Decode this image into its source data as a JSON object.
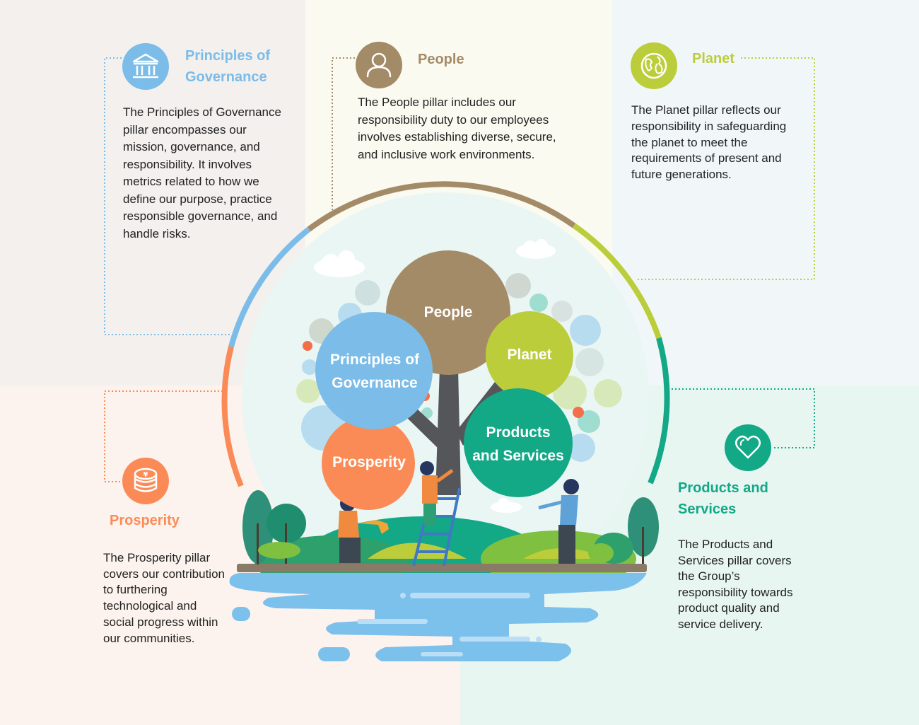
{
  "colors": {
    "governance": "#7bbce8",
    "people": "#a48b67",
    "planet": "#bccd3c",
    "prosperity": "#fb8b56",
    "products": "#13a886",
    "water": "#7cc0ec"
  },
  "governance": {
    "icon": "bank-building-icon",
    "title_line1": "Principles of",
    "title_line2": "Governance",
    "description": "The Principles of Governance  pillar encompasses our mission, governance, and responsibility. It involves metrics related to how we define our purpose, practice responsible governance, and handle risks."
  },
  "people": {
    "icon": "person-icon",
    "title": "People",
    "description": "The People pillar includes our responsibility duty to our employees involves establishing diverse, secure, and inclusive work environments."
  },
  "planet": {
    "icon": "globe-icon",
    "title": "Planet",
    "description": "The Planet pillar reflects our responsibility in safeguarding the planet to meet the requirements of present and future generations."
  },
  "prosperity": {
    "icon": "yen-coins-icon",
    "title": "Prosperity",
    "description": "The Prosperity pillar covers our contribution to furthering technological and social progress within our communities."
  },
  "products": {
    "icon": "heart-icon",
    "title_line1": "Products and",
    "title_line2": "Services",
    "description": "The Products and Services pillar covers the Group’s responsibility towards product quality and service delivery."
  },
  "tree": {
    "people_label": "People",
    "planet_label": "Planet",
    "governance_line1": "Principles of",
    "governance_line2": "Governance",
    "prosperity_label": "Prosperity",
    "products_line1": "Products",
    "products_line2": "and Services"
  }
}
